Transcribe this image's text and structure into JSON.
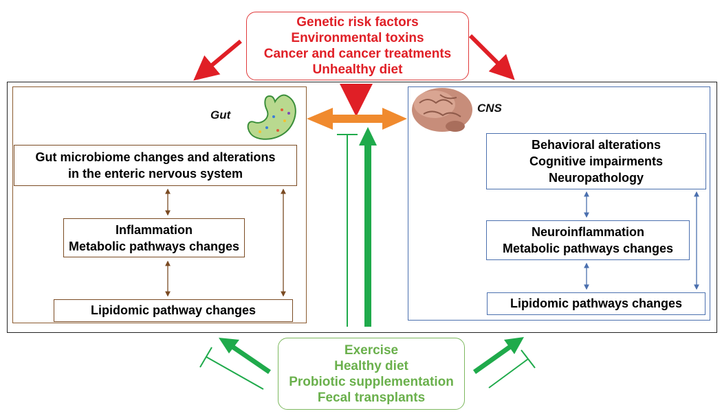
{
  "risk_factors": {
    "items": [
      "Genetic risk factors",
      "Environmental toxins",
      "Cancer and cancer treatments",
      "Unhealthy diet"
    ],
    "color": "#e01f26"
  },
  "gut": {
    "title": "Gut",
    "boxes": [
      [
        "Gut microbiome changes and alterations",
        "in the enteric nervous system"
      ],
      [
        "Inflammation",
        "Metabolic pathways changes"
      ],
      [
        "Lipidomic pathway changes"
      ]
    ],
    "color": "#7a4a22"
  },
  "cns": {
    "title": "CNS",
    "boxes": [
      [
        "Behavioral alterations",
        "Cognitive impairments",
        "Neuropathology"
      ],
      [
        "Neuroinflammation",
        "Metabolic pathways changes"
      ],
      [
        "Lipidomic pathways changes"
      ]
    ],
    "color": "#4a6fae"
  },
  "interventions": {
    "items": [
      "Exercise",
      "Healthy diet",
      "Probiotic supplementation",
      "Fecal transplants"
    ],
    "color": "#6ab04c"
  },
  "axis_arrow_color": "#f08a2e",
  "icons": {
    "gut": "stomach-icon",
    "cns": "brain-icon"
  }
}
